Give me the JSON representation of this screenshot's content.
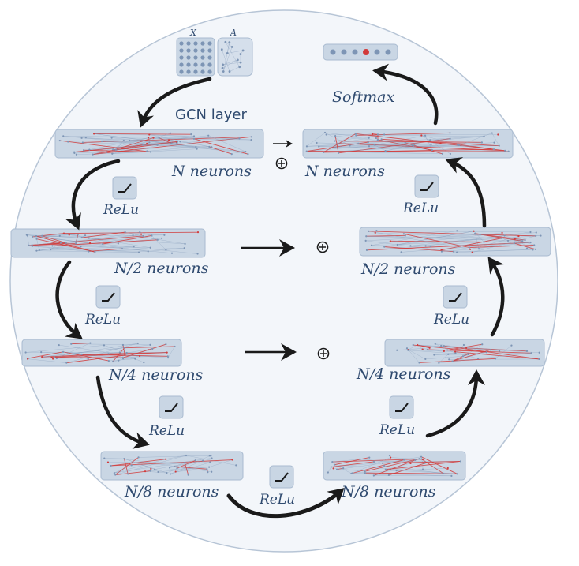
{
  "labels": {
    "gcn_layer": "GCN layer",
    "softmax": "Softmax",
    "x": "X",
    "a": "A",
    "n_neurons": "N neurons",
    "n2_neurons": "N/2 neurons",
    "n4_neurons": "N/4 neurons",
    "n8_neurons": "N/8 neurons",
    "relu": "ReLu"
  },
  "colors": {
    "circle_fill": "#f3f6fa",
    "circle_stroke": "#b7c5d6",
    "layer_fill": "#c9d6e4",
    "node_blue": "#7d95b5",
    "edge_red": "#d23a3a",
    "arrow": "#1a1a1a",
    "text": "#2f4a6f"
  }
}
